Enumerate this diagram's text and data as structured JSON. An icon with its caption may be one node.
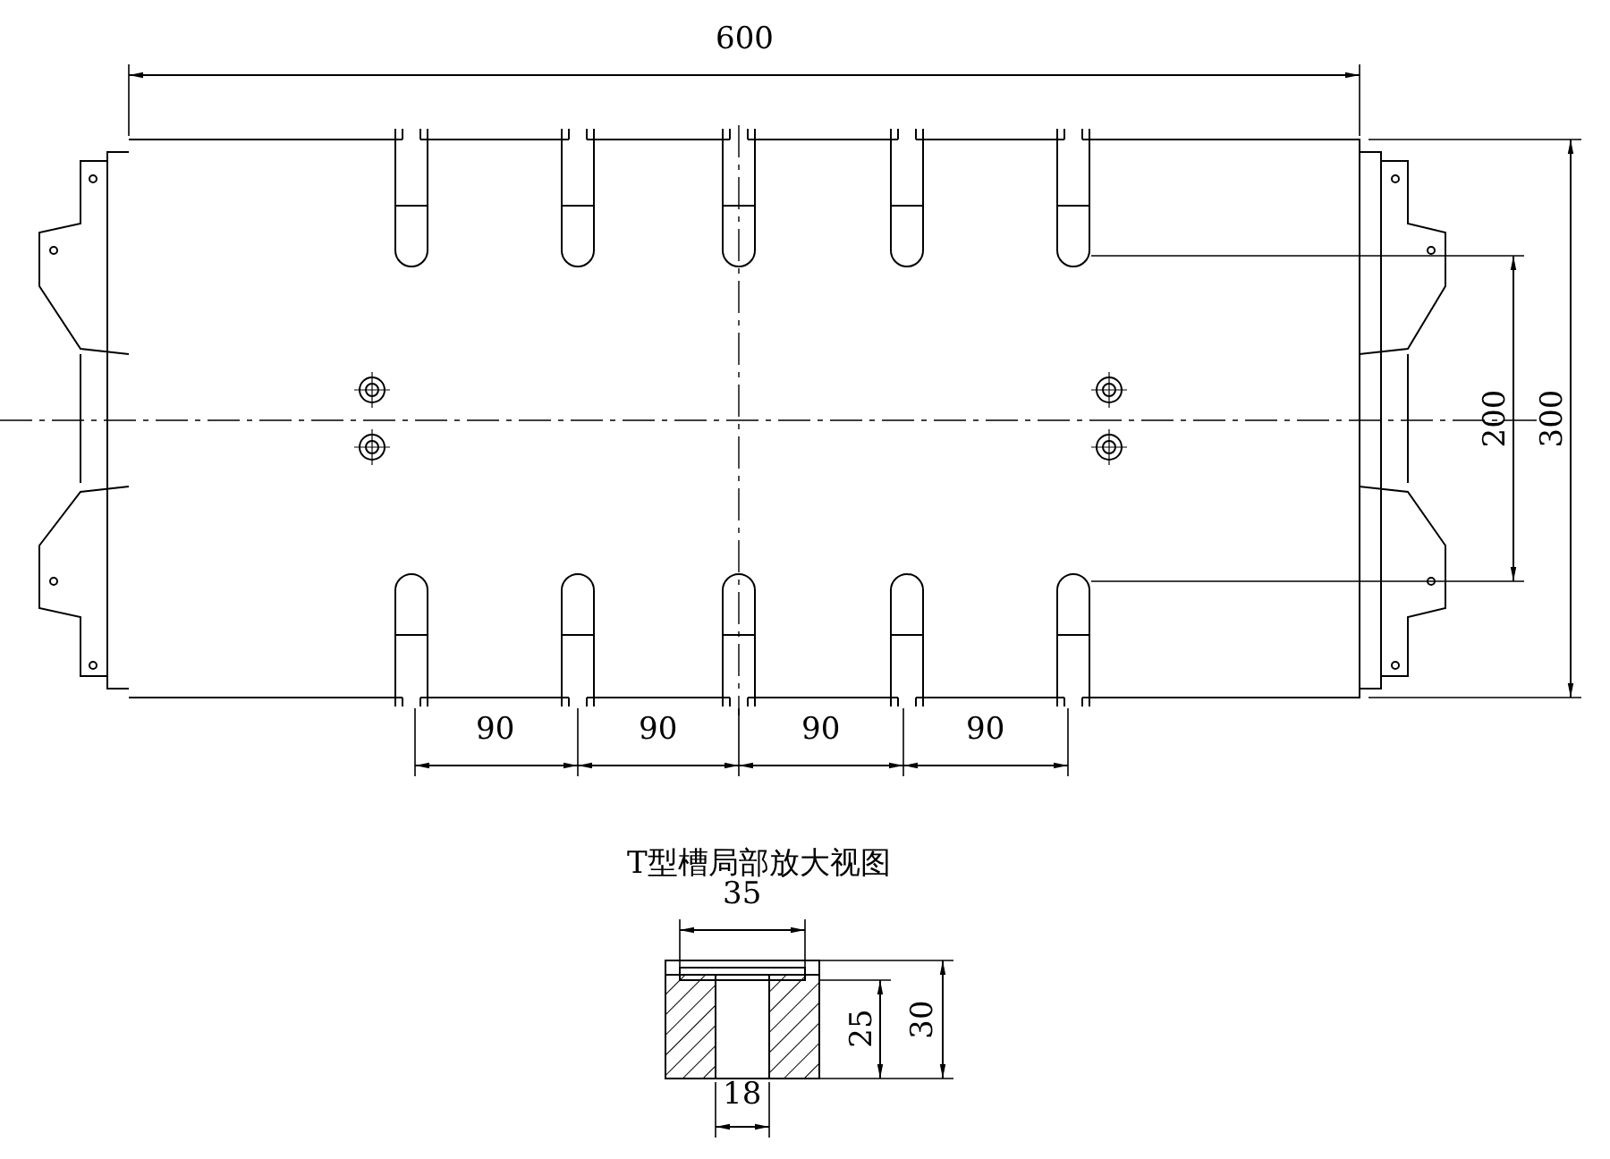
{
  "diagram": {
    "labels": [
      "600",
      "200",
      "300",
      "90",
      "90",
      "90",
      "90",
      "T型槽局部放大视图",
      "35",
      "25",
      "30",
      "18"
    ]
  }
}
